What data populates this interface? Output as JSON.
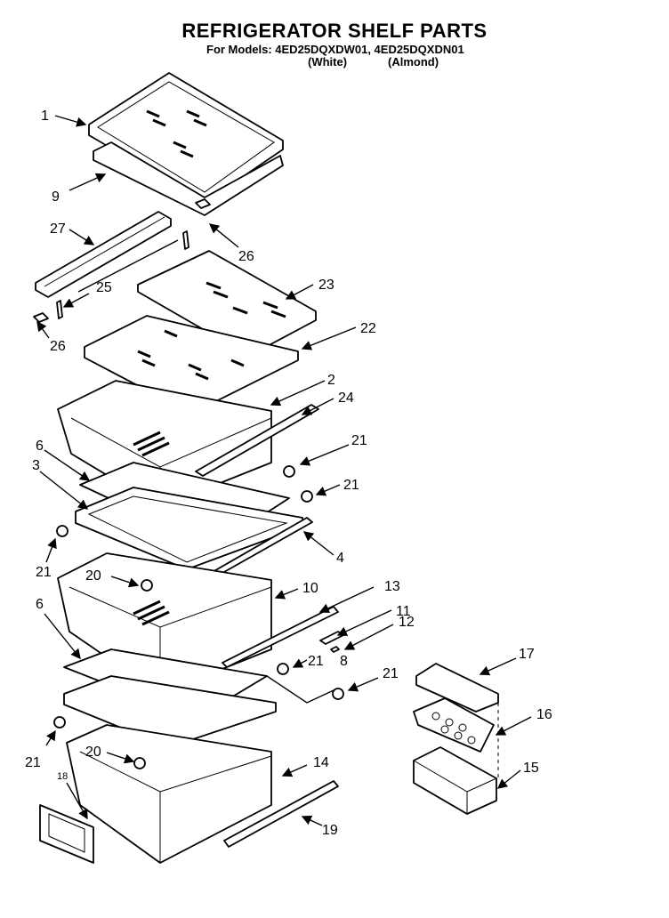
{
  "header": {
    "title": "REFRIGERATOR SHELF PARTS",
    "models": "For Models: 4ED25DQXDW01, 4ED25DQXDN01",
    "color_white": "(White)",
    "color_almond": "(Almond)"
  },
  "callouts": [
    {
      "id": "c1",
      "text": "1"
    },
    {
      "id": "c9",
      "text": "9"
    },
    {
      "id": "c27",
      "text": "27"
    },
    {
      "id": "c26a",
      "text": "26"
    },
    {
      "id": "c25",
      "text": "25"
    },
    {
      "id": "c23",
      "text": "23"
    },
    {
      "id": "c26b",
      "text": "26"
    },
    {
      "id": "c22",
      "text": "22"
    },
    {
      "id": "c2",
      "text": "2"
    },
    {
      "id": "c24",
      "text": "24"
    },
    {
      "id": "c6a",
      "text": "6"
    },
    {
      "id": "c21a",
      "text": "21"
    },
    {
      "id": "c3",
      "text": "3"
    },
    {
      "id": "c21b",
      "text": "21"
    },
    {
      "id": "c21c",
      "text": "21"
    },
    {
      "id": "c4",
      "text": "4"
    },
    {
      "id": "c20a",
      "text": "20"
    },
    {
      "id": "c10",
      "text": "10"
    },
    {
      "id": "c13",
      "text": "13"
    },
    {
      "id": "c11",
      "text": "11"
    },
    {
      "id": "c12",
      "text": "12"
    },
    {
      "id": "c6b",
      "text": "6"
    },
    {
      "id": "c21d",
      "text": "21"
    },
    {
      "id": "c8",
      "text": "8"
    },
    {
      "id": "c21e",
      "text": "21"
    },
    {
      "id": "c17",
      "text": "17"
    },
    {
      "id": "c16",
      "text": "16"
    },
    {
      "id": "c21f",
      "text": "21"
    },
    {
      "id": "c20b",
      "text": "20"
    },
    {
      "id": "c14",
      "text": "14"
    },
    {
      "id": "c15",
      "text": "15"
    },
    {
      "id": "c18",
      "text": "18"
    },
    {
      "id": "c19",
      "text": "19"
    }
  ]
}
